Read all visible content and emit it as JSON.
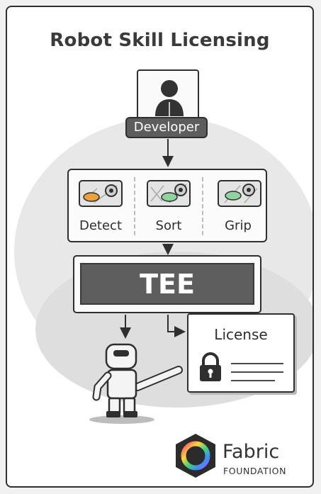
{
  "title": "Robot Skill Licensing",
  "developer": {
    "label": "Developer",
    "icon": "person-silhouette-icon"
  },
  "skills": [
    {
      "label": "Detect",
      "icon": "map-pin-icon",
      "accent": "#e9a23c"
    },
    {
      "label": "Sort",
      "icon": "map-pin-icon",
      "accent": "#8fd39d"
    },
    {
      "label": "Grip",
      "icon": "map-pin-icon",
      "accent": "#8fd39d"
    }
  ],
  "tee": {
    "label": "TEE"
  },
  "license": {
    "label": "License",
    "icon": "padlock-icon"
  },
  "robot": {
    "icon": "robot-icon"
  },
  "logo": {
    "name": "Fabric",
    "subtitle": "FOUNDATION",
    "ring_colors": [
      "#ff4b6e",
      "#ffd43b",
      "#43d17a",
      "#3a8dff",
      "#b45cff"
    ]
  }
}
